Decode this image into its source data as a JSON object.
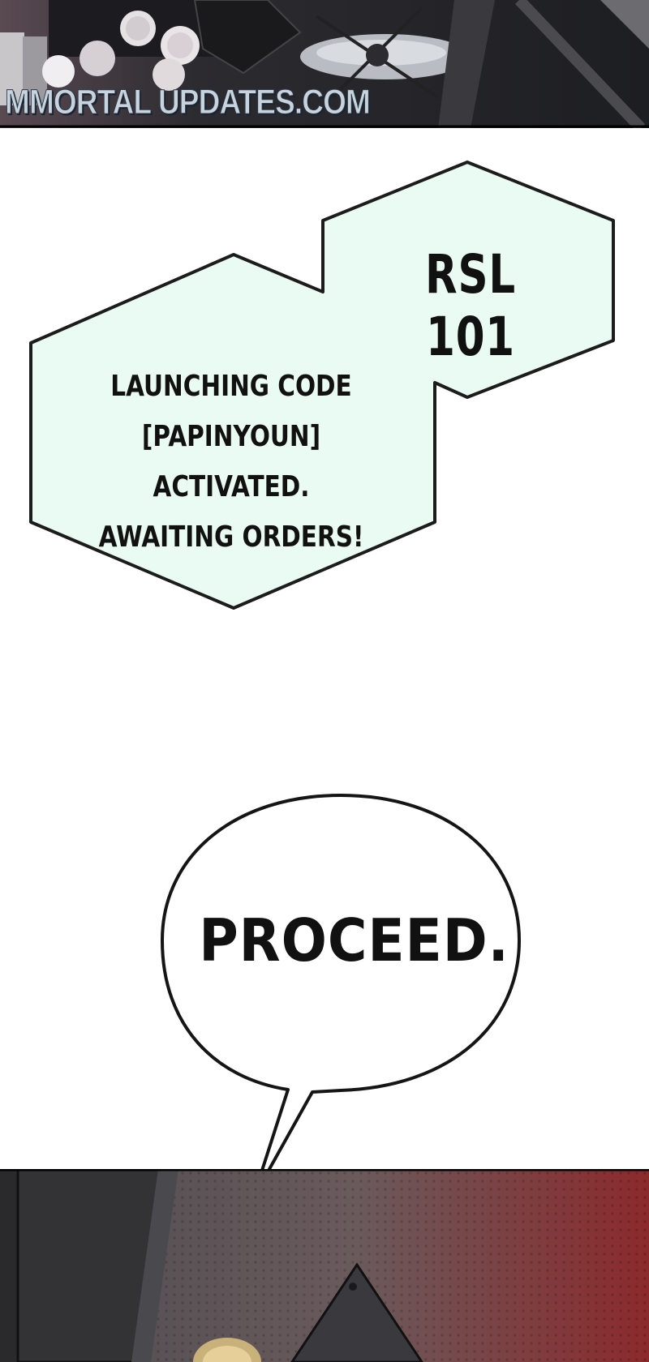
{
  "watermark": {
    "text": "MMORTAL UPDATES.COM"
  },
  "caption_box": {
    "title": "RSL 101",
    "lines": [
      "LAUNCHING CODE",
      "[PAPINYOUN] ACTIVATED.",
      "AWAITING ORDERS!"
    ]
  },
  "speech_bubble": {
    "text": "PROCEED."
  },
  "colors": {
    "caption_fill": "#e9fbf2",
    "panel_red": "#8c2a2c",
    "panel_dark": "#2a2a2e"
  }
}
